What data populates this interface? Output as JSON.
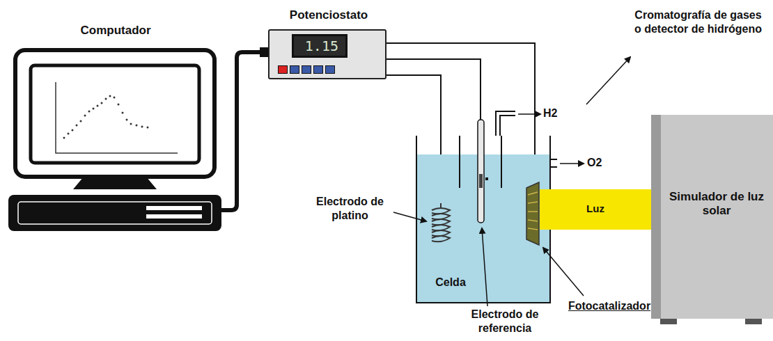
{
  "diagram": {
    "nodes": [
      {
        "text": [
          "Computador"
        ]
      },
      {
        "text": [
          "Potenciostato",
          "1.15"
        ]
      },
      {
        "text": [
          "Simulador de luz solar"
        ]
      },
      {
        "text": [
          "Luz"
        ]
      }
    ],
    "edges": [
      {
        "from": 0,
        "to": 1,
        "arrow": "none"
      }
    ],
    "labels": [
      "Cromatografía de gases o detector de hidrógeno",
      "H2",
      "O2",
      "Electrodo de platino",
      "Celda",
      "Electrodo de referencia",
      "Fotocatalizador"
    ]
  }
}
